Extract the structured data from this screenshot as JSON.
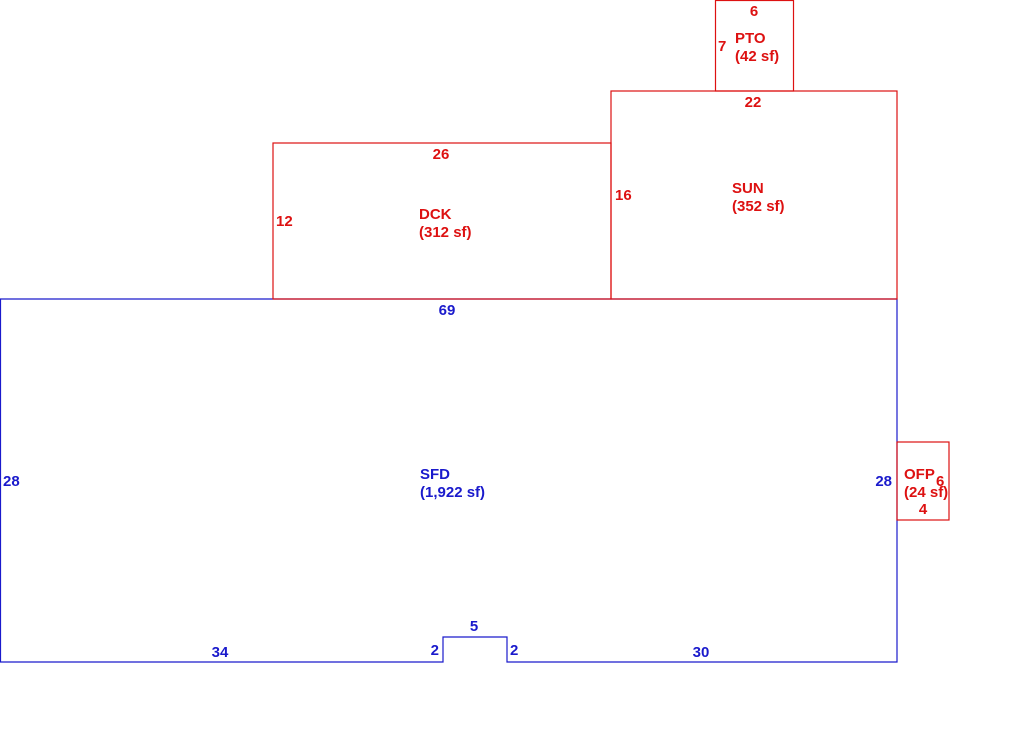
{
  "colors": {
    "main_structure": "#1a1acc",
    "addition": "#dd1111"
  },
  "sfd": {
    "code": "SFD",
    "area": "(1,922 sf)",
    "dim_top": "69",
    "dim_left": "28",
    "dim_right": "28",
    "dim_bottom_left": "34",
    "dim_bottom_right": "30",
    "dim_notch_width": "5",
    "dim_notch_left": "2",
    "dim_notch_right": "2"
  },
  "dck": {
    "code": "DCK",
    "area": "(312 sf)",
    "dim_top": "26",
    "dim_left": "12"
  },
  "sun": {
    "code": "SUN",
    "area": "(352 sf)",
    "dim_top": "22",
    "dim_left": "16"
  },
  "pto": {
    "code": "PTO",
    "area": "(42 sf)",
    "dim_top": "6",
    "dim_left": "7"
  },
  "ofp": {
    "code": "OFP",
    "area": "(24 sf)",
    "dim_right": "6",
    "dim_bottom": "4"
  }
}
